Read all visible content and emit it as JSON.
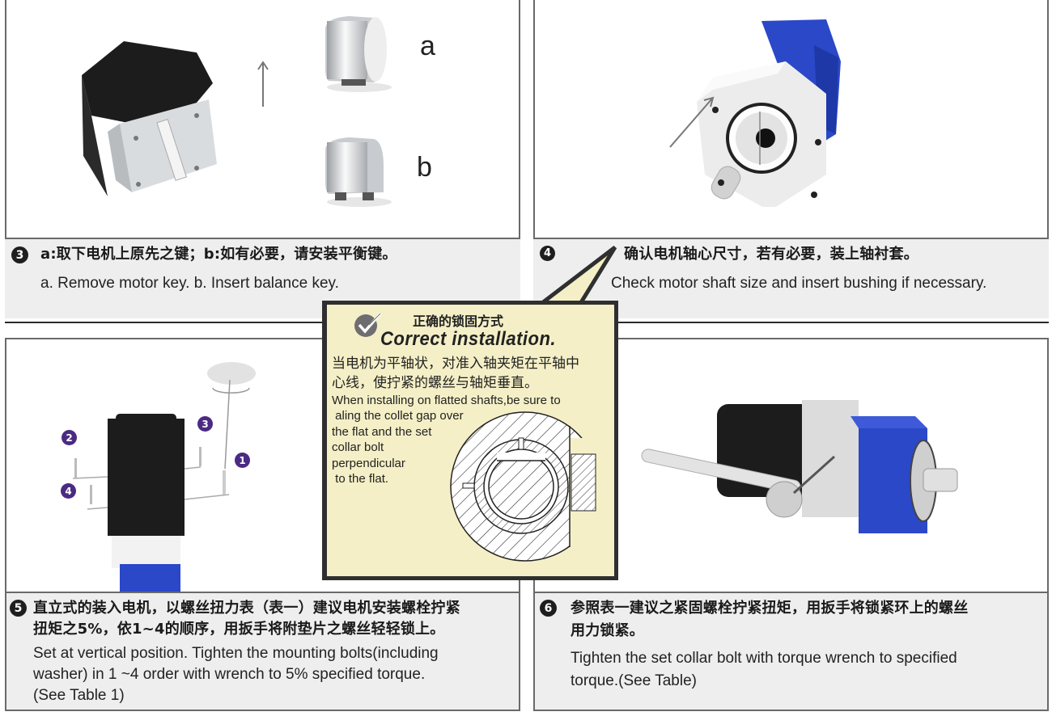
{
  "steps": [
    {
      "number": "3",
      "title_cn": "a:取下电机上原先之键；b:如有必要，请安装平衡键。",
      "text_en": "a. Remove motor key. b. Insert balance key.",
      "image_labels": [
        "a",
        "b"
      ]
    },
    {
      "number": "4",
      "title_cn": "确认电机轴心尺寸，若有必要，装上轴衬套。",
      "text_en": "Check motor shaft size and insert bushing if necessary."
    },
    {
      "number": "5",
      "title_cn_line1": "直立式的装入电机，以螺丝扭力表（表一）建议电机安装螺栓拧紧",
      "title_cn_line2": "扭矩之5%，依1~4的顺序，用扳手将附垫片之螺丝轻轻锁上。",
      "text_en_line1": "Set at vertical position. Tighten the mounting bolts(including",
      "text_en_line2": "washer) in 1 ~4 order with wrench to 5% specified torque.",
      "text_en_line3": "(See Table 1)",
      "bolt_order_labels": [
        "1",
        "2",
        "3",
        "4"
      ]
    },
    {
      "number": "6",
      "title_cn_line1": "参照表一建议之紧固螺栓拧紧扭矩，用扳手将锁紧环上的螺丝",
      "title_cn_line2": "用力锁紧。",
      "text_en_line1": "Tighten the set collar bolt with torque wrench to specified",
      "text_en_line2": "torque.(See Table)"
    }
  ],
  "callout": {
    "icon": "check-icon",
    "title_cn": "正确的锁固方式",
    "title_en": "Correct installation.",
    "body_cn_line1": "当电机为平轴状，对准入轴夹矩在平轴中",
    "body_cn_line2": "心线，使拧紧的螺丝与轴矩垂直。",
    "body_en_lines": [
      "When installing on flatted shafts,be sure to",
      " aling the collet gap over",
      "the flat and the set",
      "collar bolt",
      "perpendicular",
      " to the flat."
    ]
  },
  "colors": {
    "panel_border": "#6a6a6a",
    "caption_bg": "#eeeeee",
    "callout_bg": "#f4efc6",
    "gearbox_blue": "#2b48c8",
    "bolt_number_purple": "#4b2a84"
  }
}
